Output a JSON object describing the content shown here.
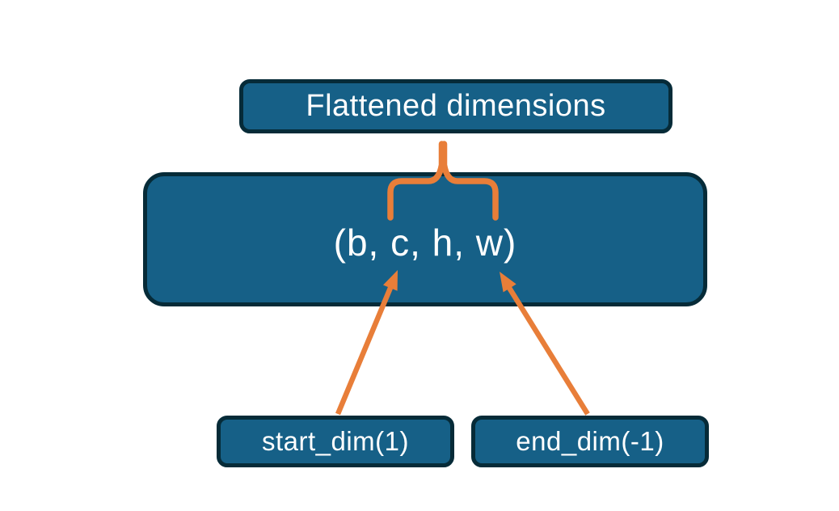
{
  "colors": {
    "background": "#ffffff",
    "node_fill": "#166087",
    "node_border": "#062b38",
    "node_text": "#ffffff",
    "accent_orange": "#e87e39"
  },
  "diagram": {
    "flattened_box": {
      "label": "Flattened dimensions"
    },
    "tensor_box": {
      "label": "(b, c, h, w)"
    },
    "start_dim_box": {
      "label": "start_dim(1)"
    },
    "end_dim_box": {
      "label": "end_dim(-1)"
    },
    "connectors": {
      "brace_icon": "curly-brace-up",
      "start_arrow_icon": "arrow-up-right",
      "end_arrow_icon": "arrow-up-left"
    }
  }
}
